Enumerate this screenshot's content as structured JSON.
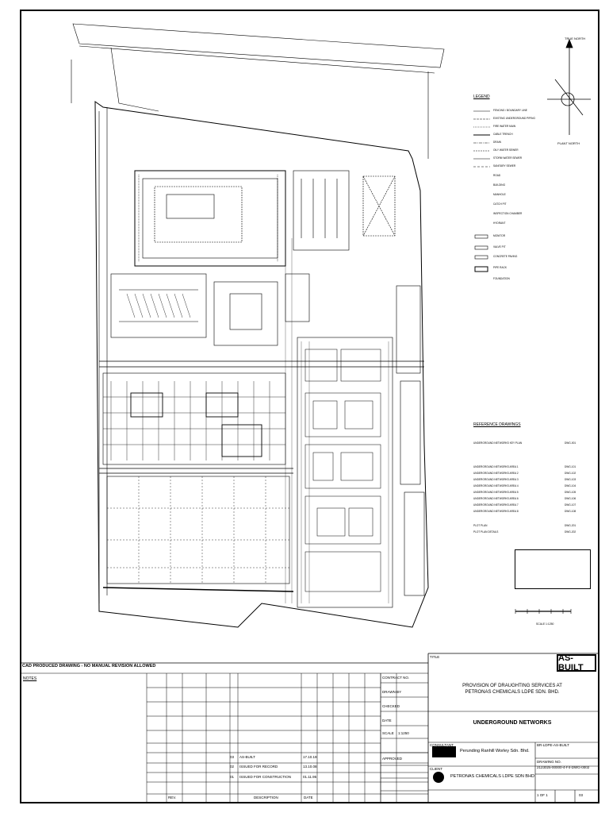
{
  "stamp": {
    "as_built": "AS-BUILT"
  },
  "cad_note": "CAD PRODUCED DRAWING - NO MANUAL REVISION ALLOWED",
  "notes_label": "NOTES",
  "north": {
    "true_north": "TRUE NORTH",
    "plant_north": "PLANT NORTH"
  },
  "legend": {
    "title": "LEGEND",
    "items": [
      "FENCING / BOUNDARY LINE",
      "EXISTING UNDERGROUND PIPING",
      "FIRE WATER MAIN",
      "CABLE TRENCH",
      "DRAIN",
      "OILY WATER SEWER",
      "STORM WATER SEWER",
      "SANITARY SEWER",
      "ROAD",
      "BUILDING",
      "MANHOLE",
      "CATCH PIT",
      "INSPECTION CHAMBER",
      "HYDRANT",
      "MONITOR",
      "VALVE PIT",
      "CONCRETE PAVING",
      "PIPE RACK",
      "FOUNDATION"
    ]
  },
  "references": {
    "title": "REFERENCE DRAWINGS",
    "rows": [
      {
        "label": "UNDERGROUND NETWORKS KEY PLAN",
        "no": "DWG-001"
      },
      {
        "label": "UNDERGROUND NETWORKS AREA 1",
        "no": "DWG-101"
      },
      {
        "label": "UNDERGROUND NETWORKS AREA 2",
        "no": "DWG-102"
      },
      {
        "label": "UNDERGROUND NETWORKS AREA 3",
        "no": "DWG-103"
      },
      {
        "label": "UNDERGROUND NETWORKS AREA 4",
        "no": "DWG-104"
      },
      {
        "label": "UNDERGROUND NETWORKS AREA 5",
        "no": "DWG-105"
      },
      {
        "label": "UNDERGROUND NETWORKS AREA 6",
        "no": "DWG-106"
      },
      {
        "label": "UNDERGROUND NETWORKS AREA 7",
        "no": "DWG-107"
      },
      {
        "label": "UNDERGROUND NETWORKS AREA 8",
        "no": "DWG-108"
      },
      {
        "label": "PLOT PLAN",
        "no": "DWG-201"
      },
      {
        "label": "PLOT PLAN DETAILS",
        "no": "DWG-202"
      }
    ]
  },
  "scale_bar": {
    "label": "SCALE 1:1250"
  },
  "title_block": {
    "project": "PROVISION OF DRAUGHTING SERVICES AT",
    "company_line": "PETRONAS CHEMICALS LDPE SDN. BHD.",
    "drawing_title": "UNDERGROUND NETWORKS",
    "consultant": "Perunding Ranhill Worley Sdn. Bhd.",
    "client": "PETRONAS CHEMICALS LDPE SDN BHD",
    "drawing_no": "2123025-00000-4-F4-DWG-0002",
    "file": "BR-LDPE-AS-BUILT",
    "sheet": "1 OF 1",
    "rev": "03",
    "scale": "1:1250",
    "revisions": [
      {
        "rev": "03",
        "desc": "AS-BUILT",
        "date": "17.10.19"
      },
      {
        "rev": "02",
        "desc": "ISSUED FOR RECORD",
        "date": "13.10.08"
      },
      {
        "rev": "01",
        "desc": "ISSUED FOR CONSTRUCTION",
        "date": "01.11.95"
      }
    ],
    "labels": {
      "contract": "CONTRACT NO.",
      "drawn": "DRAWN BY",
      "checked": "CHECKED",
      "date": "DATE",
      "scale": "SCALE",
      "approved": "APPROVED",
      "consultant": "CONSULTANT",
      "client": "CLIENT",
      "title": "TITLE",
      "dwg_no": "DRAWING NO.",
      "rev_hdr": "REV.",
      "desc_hdr": "DESCRIPTION",
      "date_hdr": "DATE"
    }
  },
  "colors": {
    "line": "#000000",
    "paper": "#ffffff"
  }
}
